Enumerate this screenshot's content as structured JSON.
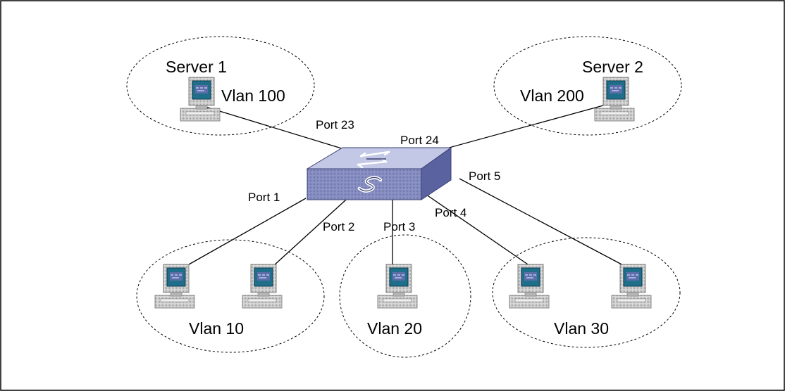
{
  "colors": {
    "switch_front": "#8089bd",
    "switch_top": "#c2c8e6",
    "switch_side": "#5a62a0",
    "monitor_screen": "#1f6f8b",
    "computer_body": "#d0d0d0",
    "lines": "#000000",
    "frame": "#000000"
  },
  "groups": {
    "server1": {
      "title": "Server 1",
      "vlan": "Vlan 100"
    },
    "server2": {
      "title": "Server 2",
      "vlan": "Vlan 200"
    },
    "vlan10": {
      "label": "Vlan 10"
    },
    "vlan20": {
      "label": "Vlan 20"
    },
    "vlan30": {
      "label": "Vlan 30"
    }
  },
  "ports": {
    "p23": "Port 23",
    "p24": "Port 24",
    "p1": "Port 1",
    "p2": "Port 2",
    "p3": "Port 3",
    "p4": "Port 4",
    "p5": "Port 5"
  },
  "icons": {
    "switch": "switch-icon",
    "computer": "desktop-computer-icon"
  }
}
